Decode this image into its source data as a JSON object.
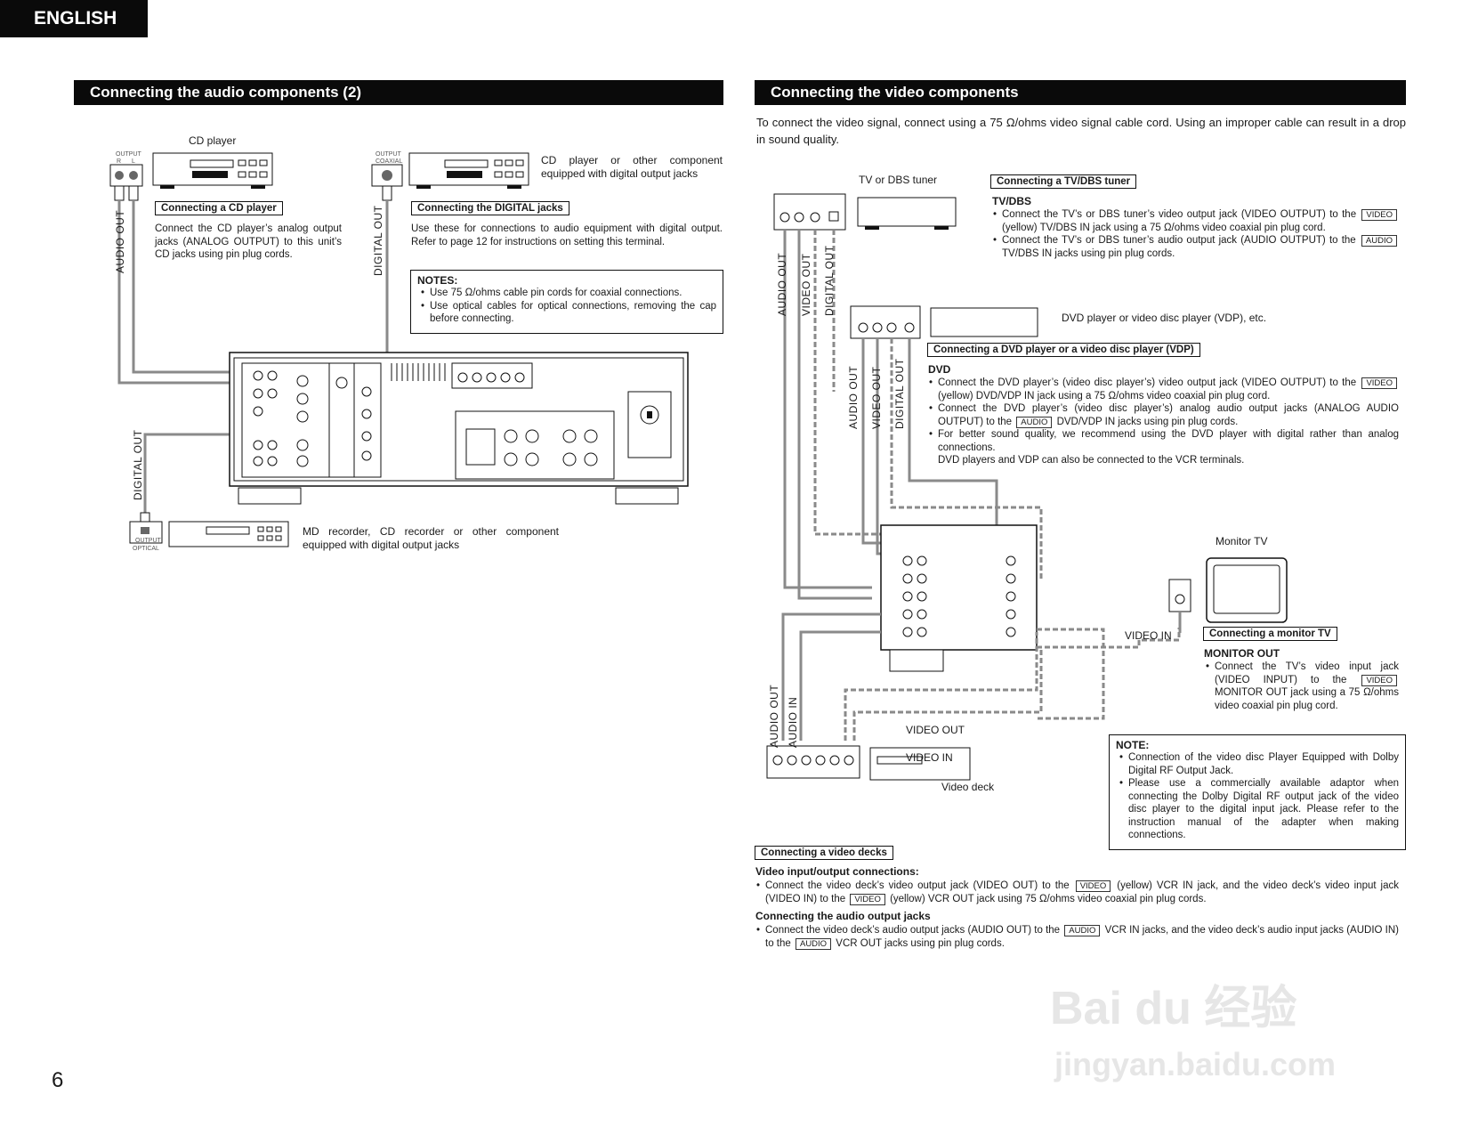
{
  "language_tab": "ENGLISH",
  "page_number": "6",
  "left": {
    "title": "Connecting the audio components (2)",
    "cd_player_label": "CD player",
    "output_label": "OUTPUT",
    "r_label": "R",
    "l_label": "L",
    "output_coaxial_1": "OUTPUT",
    "output_coaxial_2": "COAXIAL",
    "cd_digital_desc": "CD player or other component equipped with digital output jacks",
    "audio_out_label": "AUDIO OUT",
    "digital_out_label": "DIGITAL OUT",
    "cd_heading": "Connecting a CD player",
    "cd_text": "Connect the CD player’s analog output jacks (ANALOG OUTPUT) to this unit’s CD jacks using pin plug cords.",
    "digital_heading": "Connecting the DIGITAL jacks",
    "digital_text": "Use these for connections to audio equipment with digital output. Refer to page 12 for instructions on setting this terminal.",
    "notes_title": "NOTES:",
    "notes": [
      "Use 75 Ω/ohms cable pin cords for coaxial connections.",
      "Use optical cables for optical connections, removing the cap before connecting."
    ],
    "digital_out_bottom": "DIGITAL OUT",
    "output_optical_1": "OUTPUT",
    "output_optical_2": "OPTICAL",
    "md_desc": "MD recorder, CD recorder or other component equipped with digital output jacks"
  },
  "right": {
    "title": "Connecting the video components",
    "intro": "To connect the video signal, connect using a 75 Ω/ohms video signal cable cord. Using an improper cable can result in a drop in sound quality.",
    "tv_label": "TV or DBS tuner",
    "tv_heading": "Connecting a TV/DBS tuner",
    "tv_sub": "TV/DBS",
    "tv_bullets": [
      {
        "pre": "Connect the TV’s or DBS tuner’s video output jack (VIDEO OUTPUT) to the",
        "tag": "VIDEO",
        "post": "(yellow) TV/DBS IN jack using a 75 Ω/ohms video coaxial pin plug cord."
      },
      {
        "pre": "Connect the TV’s or DBS tuner’s audio output jack (AUDIO OUTPUT) to the",
        "tag": "AUDIO",
        "post": "TV/DBS IN jacks using pin plug cords."
      }
    ],
    "audio_out_v": "AUDIO OUT",
    "video_out_v": "VIDEO OUT",
    "digital_out_v": "DIGITAL OUT",
    "dvd_label": "DVD player or video disc player (VDP), etc.",
    "dvd_heading": "Connecting a DVD player or a video disc player (VDP)",
    "dvd_sub": "DVD",
    "dvd_bullets": [
      {
        "pre": "Connect the DVD player’s (video disc player’s) video output jack (VIDEO OUTPUT) to the",
        "tag": "VIDEO",
        "post": "(yellow) DVD/VDP IN jack using a 75 Ω/ohms video coaxial pin plug cord."
      },
      {
        "pre": "Connect the DVD player’s (video disc player’s) analog audio output jacks (ANALOG AUDIO OUTPUT) to the",
        "tag": "AUDIO",
        "post": "DVD/VDP IN jacks using pin plug cords."
      },
      {
        "pre": "For better sound quality, we recommend using the DVD player with digital rather than analog connections.",
        "tag": "",
        "post": ""
      }
    ],
    "dvd_extra": "DVD players and VDP can also be connected to the VCR terminals.",
    "monitor_label": "Monitor TV",
    "video_in_right": "VIDEO IN",
    "monitor_heading": "Connecting a monitor TV",
    "monitor_sub": "MONITOR OUT",
    "monitor_bullet": {
      "pre": "Connect the TV’s video input jack (VIDEO INPUT) to the",
      "tag": "VIDEO",
      "post": "MONITOR OUT jack using a 75 Ω/ohms video coaxial pin plug cord."
    },
    "video_out_label": "VIDEO OUT",
    "video_in_label": "VIDEO IN",
    "audio_out_v2": "AUDIO OUT",
    "audio_in_v2": "AUDIO IN",
    "video_deck_label": "Video deck",
    "note_title": "NOTE:",
    "note_bullets": [
      "Connection of the video disc Player Equipped with Dolby Digital RF Output Jack.",
      "Please use a commercially available adaptor when connecting the Dolby Digital RF output jack of the video disc player to the digital input jack. Please refer to the instruction manual of the adapter when making connections."
    ],
    "deck_heading": "Connecting a video decks",
    "vio_sub": "Video input/output connections:",
    "vio_bullet": {
      "a": "Connect the video deck’s video output jack (VIDEO OUT) to the",
      "tag1": "VIDEO",
      "b": "(yellow) VCR IN jack, and the video deck’s video input jack (VIDEO IN) to the",
      "tag2": "VIDEO",
      "c": "(yellow) VCR OUT jack using 75 Ω/ohms video coaxial pin plug cords."
    },
    "aout_sub": "Connecting the audio output jacks",
    "aout_bullet": {
      "a": "Connect the video deck’s audio output jacks (AUDIO OUT) to the",
      "tag1": "AUDIO",
      "b": "VCR IN jacks, and the video deck’s audio input jacks (AUDIO IN) to the",
      "tag2": "AUDIO",
      "c": "VCR OUT jacks using pin plug cords."
    }
  },
  "watermark": {
    "brand": "Bai du 经验",
    "url": "jingyan.baidu.com"
  }
}
